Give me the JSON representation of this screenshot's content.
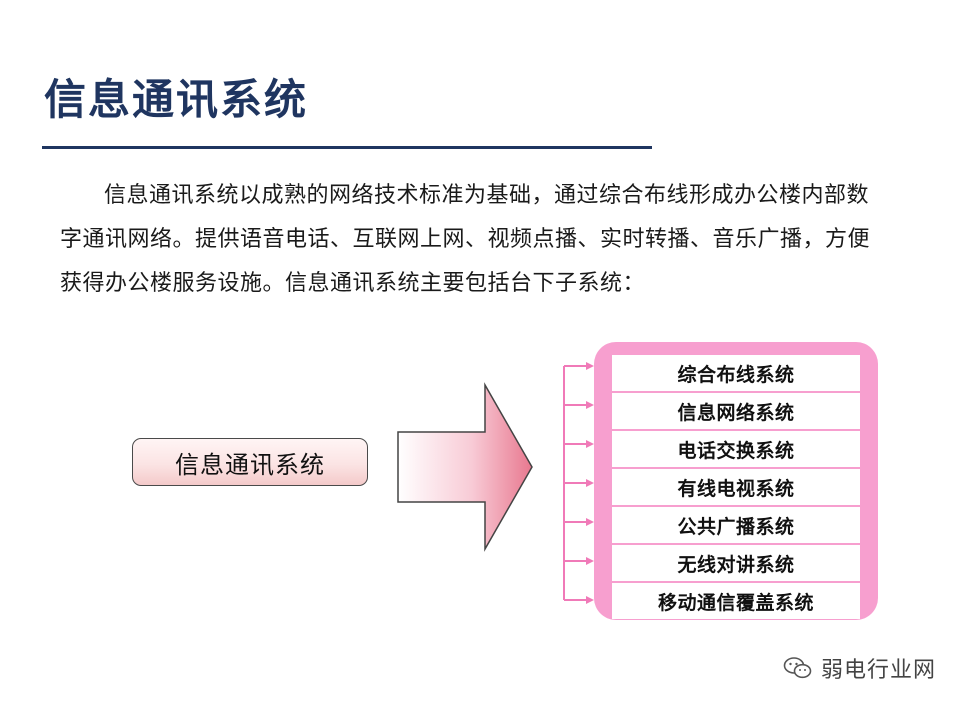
{
  "slide": {
    "title": "信息通讯系统",
    "paragraph": "信息通讯系统以成熟的网络技术标准为基础，通过综合布线形成办公楼内部数字通讯网络。提供语音电话、互联网上网、视频点播、实时转播、音乐广播，方便获得办公楼服务设施。信息通讯系统主要包括台下子系统：",
    "source_box": "信息通讯系统",
    "subsystems": [
      "综合布线系统",
      "信息网络系统",
      "电话交换系统",
      "有线电视系统",
      "公共广播系统",
      "无线对讲系统",
      "移动通信覆盖系统"
    ]
  },
  "watermark": {
    "icon": "wechat-icon",
    "text": "弱电行业网"
  },
  "colors": {
    "title": "#1f3560",
    "panel_pink": "#f79fcf",
    "arrow_pink": "#f2a0b4",
    "connector_pink": "#f07ab8"
  }
}
